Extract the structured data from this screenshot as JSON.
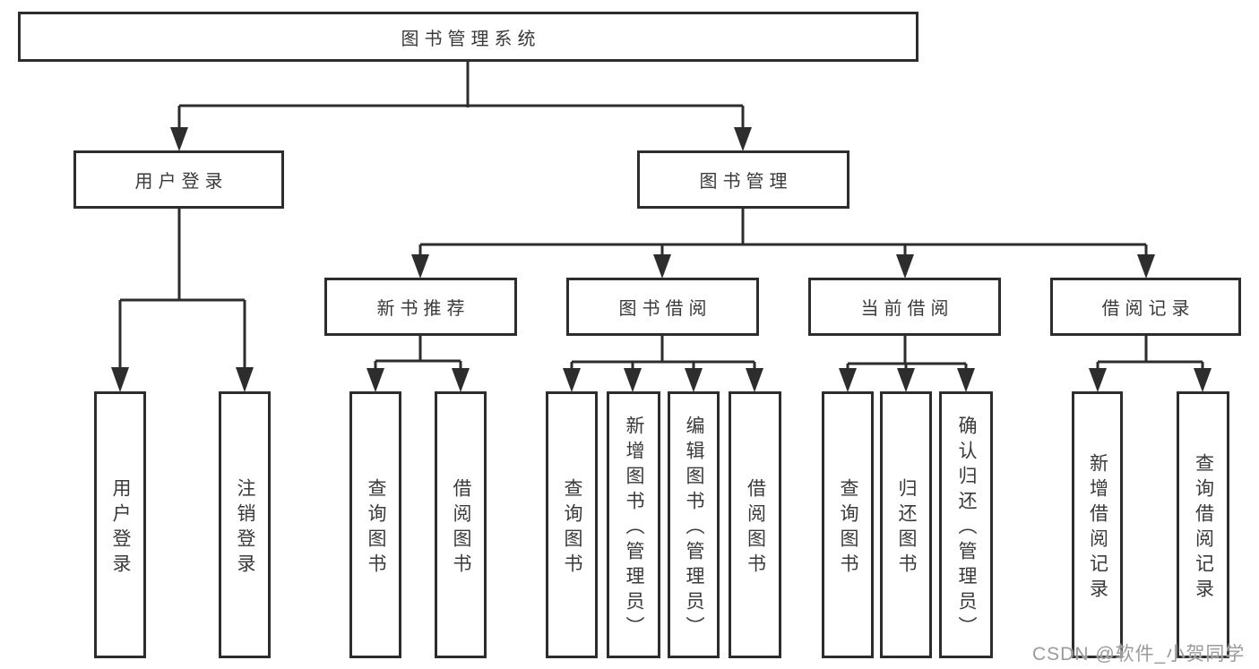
{
  "colors": {
    "line": "#2d2d2d",
    "box_border": "#2d2d2d",
    "text": "#3a3a3a",
    "watermark": "#9b9b9b",
    "background": "#ffffff"
  },
  "watermark": "CSDN @软件_小贺同学",
  "tree": {
    "root": "图书管理系统",
    "branches": [
      {
        "label": "用户登录",
        "children": [
          "用户登录",
          "注销登录"
        ]
      },
      {
        "label": "图书管理",
        "sections": [
          {
            "label": "新书推荐",
            "children": [
              "查询图书",
              "借阅图书"
            ]
          },
          {
            "label": "图书借阅",
            "children": [
              "查询图书",
              "新增图书（管理员）",
              "编辑图书（管理员）",
              "借阅图书"
            ]
          },
          {
            "label": "当前借阅",
            "children": [
              "查询图书",
              "归还图书",
              "确认归还（管理员）"
            ]
          },
          {
            "label": "借阅记录",
            "children": [
              "新增借阅记录",
              "查询借阅记录"
            ]
          }
        ]
      }
    ]
  }
}
